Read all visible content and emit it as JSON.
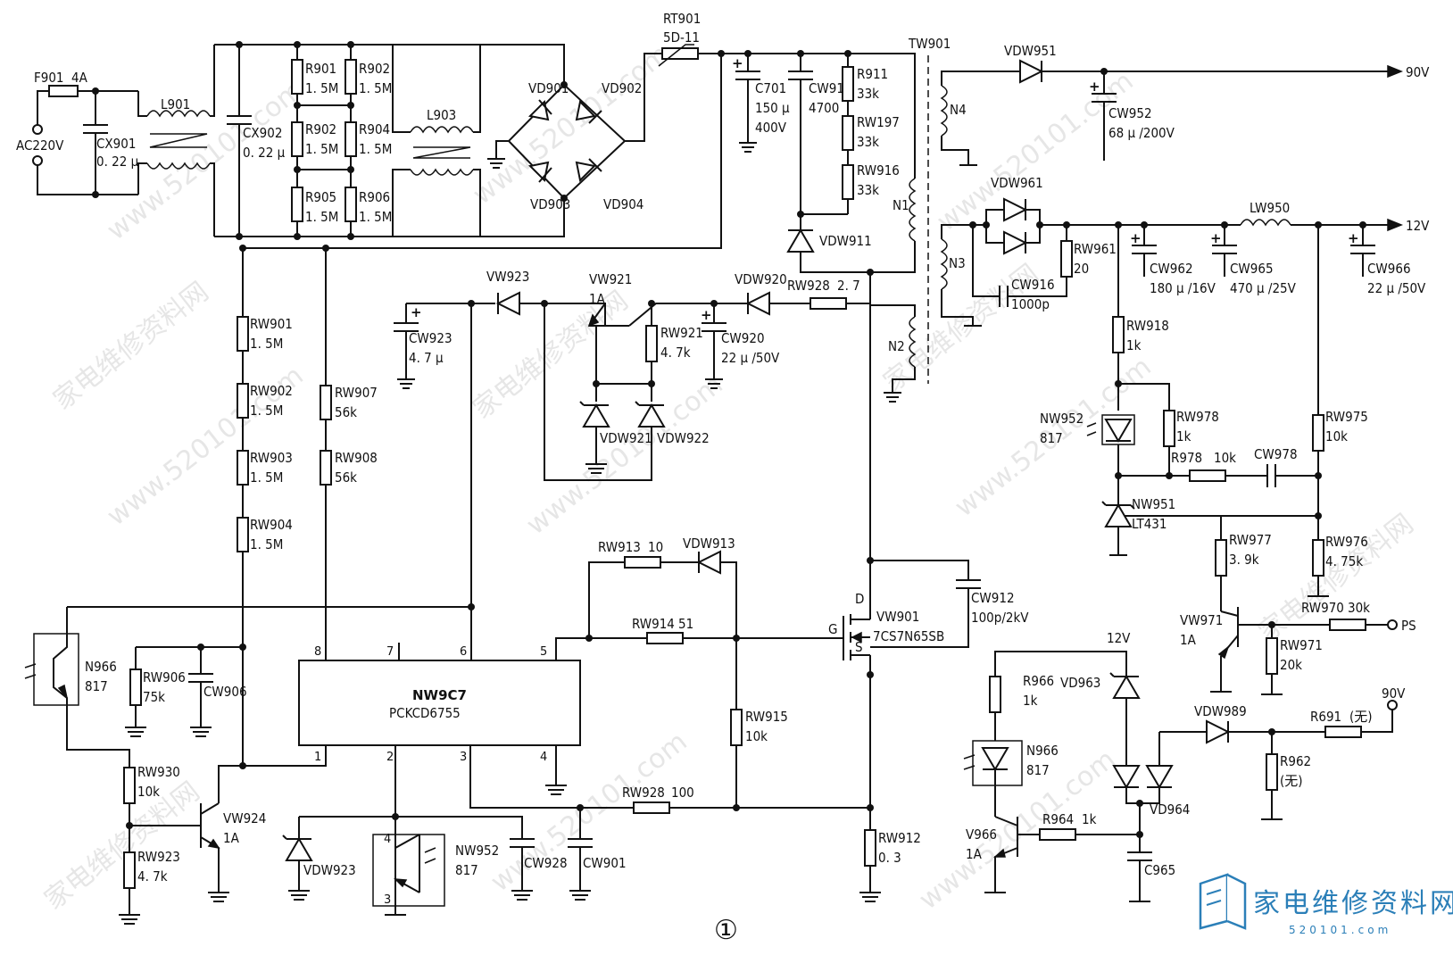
{
  "figure_number": "①",
  "logo": {
    "text": "家电维修资料网",
    "url": "520101.com",
    "color": "#2b7fb8"
  },
  "watermarks": [
    "家电维修资料网",
    "www.520101.com"
  ],
  "ic": {
    "name": "NW9C7",
    "part": "PCKCD6755",
    "pins": [
      "1",
      "2",
      "3",
      "4",
      "5",
      "6",
      "7",
      "8"
    ]
  },
  "input": {
    "fuse": "F901",
    "fuse_value": "4A",
    "source": "AC220V"
  },
  "outputs": {
    "high": "90V",
    "low": "12V",
    "ps": "PS"
  },
  "nets": {
    "v12": "12V",
    "v90": "90V"
  },
  "transformer": {
    "name": "TW901",
    "windings": [
      "N1",
      "N2",
      "N3",
      "N4"
    ]
  },
  "mosfet": {
    "name": "VW901",
    "part": "7CS7N65SB",
    "pins": [
      "D",
      "G",
      "S"
    ]
  },
  "labels": {
    "cx901": "CX901",
    "cx901v": "0. 22 μ",
    "l901": "L901",
    "cx902": "CX902",
    "cx902v": "0. 22 μ",
    "r901": "R901",
    "r901v": "1. 5M",
    "r902a": "R902",
    "r902av": "1. 5M",
    "r902b": "R902",
    "r902bv": "1. 5M",
    "r904": "R904",
    "r904v": "1. 5M",
    "r905": "R905",
    "r905v": "1. 5M",
    "r906": "R906",
    "r906v": "1. 5M",
    "l903": "L903",
    "vd901": "VD901",
    "vd902": "VD902",
    "vd903": "VD903",
    "vd904": "VD904",
    "rt901": "RT901",
    "rt901v": "5D-11",
    "c701": "C701",
    "c701v1": "150 μ",
    "c701v2": "400V",
    "cw911": "CW911",
    "cw911v": "4700",
    "r911": "R911",
    "r911v": "33k",
    "rw197": "RW197",
    "rw197v": "33k",
    "rw916": "RW916",
    "rw916v": "33k",
    "vdw911": "VDW911",
    "vdw951": "VDW951",
    "cw952": "CW952",
    "cw952v": "68 μ /200V",
    "vdw961": "VDW961",
    "rw961": "RW961",
    "rw961v": "20",
    "cw916": "CW916",
    "cw916v": "1000p",
    "lw950": "LW950",
    "cw962": "CW962",
    "cw962v": "180 μ /16V",
    "cw965": "CW965",
    "cw965v": "470 μ /25V",
    "cw966": "CW966",
    "cw966v": "22 μ /50V",
    "rw918": "RW918",
    "rw918v": "1k",
    "nw952a": "NW952",
    "nw952av": "817",
    "rw978": "RW978",
    "rw978v": "1k",
    "rw975": "RW975",
    "rw975v": "10k",
    "r978": "R978",
    "r978v": "10k",
    "cw978": "CW978",
    "nw951": "NW951",
    "nw951v": "LT431",
    "rw977": "RW977",
    "rw977v": "3. 9k",
    "rw976": "RW976",
    "rw976v": "4. 75k",
    "vw971": "VW971",
    "vw971v": "1A",
    "rw970": "RW970",
    "rw970v": "30k",
    "rw971": "RW971",
    "rw971v": "20k",
    "vw923": "VW923",
    "vw921": "VW921",
    "vw921v": "1A",
    "vdw920": "VDW920",
    "rw928a": "RW928",
    "rw928av": "2. 7",
    "cw923": "CW923",
    "cw923v": "4. 7 μ",
    "rw921": "RW921",
    "rw921v": "4. 7k",
    "cw920": "CW920",
    "cw920v": "22 μ /50V",
    "vdw921": "VDW921",
    "vdw922": "VDW922",
    "rw901": "RW901",
    "rw901v": "1. 5M",
    "rw902": "RW902",
    "rw902v": "1. 5M",
    "rw903": "RW903",
    "rw903v": "1. 5M",
    "rw904": "RW904",
    "rw904v": "1. 5M",
    "rw907": "RW907",
    "rw907v": "56k",
    "rw908": "RW908",
    "rw908v": "56k",
    "rw913": "RW913",
    "rw913v": "10",
    "vdw913": "VDW913",
    "rw914": "RW914",
    "rw914v": "51",
    "rw915": "RW915",
    "rw915v": "10k",
    "cw912": "CW912",
    "cw912v": "100p/2kV",
    "n966a": "N966",
    "n966av": "817",
    "rw906": "RW906",
    "rw906v": "75k",
    "cw906": "CW906",
    "rw930": "RW930",
    "rw930v": "10k",
    "rw923": "RW923",
    "rw923v": "4. 7k",
    "vw924": "VW924",
    "vw924v": "1A",
    "vdw923b": "VDW923",
    "nw952b": "NW952",
    "nw952bv": "817",
    "cw928": "CW928",
    "cw901": "CW901",
    "rw928b": "RW928",
    "rw928bv": "100",
    "rw912": "RW912",
    "rw912v": "0. 3",
    "r966": "R966",
    "r966v": "1k",
    "vd963": "VD963",
    "n966b": "N966",
    "n966bv": "817",
    "vdw989": "VDW989",
    "r691": "R691",
    "r691v": "(无)",
    "r962": "R962",
    "r962v": "(无)",
    "v966": "V966",
    "v966v": "1A",
    "r964": "R964",
    "r964v": "1k",
    "vd964": "VD964",
    "c965": "C965"
  }
}
